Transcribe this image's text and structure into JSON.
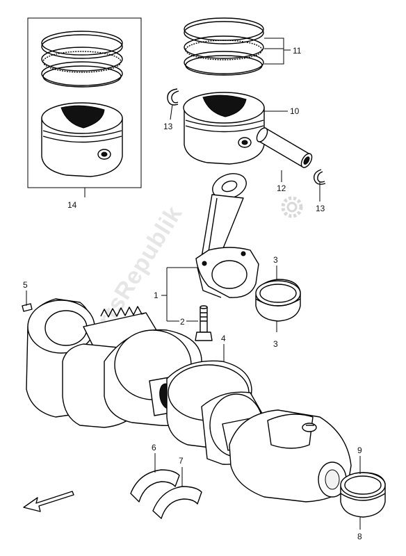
{
  "watermark": {
    "text": "PartsRepublik"
  },
  "labels": {
    "p1": "1",
    "p2": "2",
    "p3a": "3",
    "p3b": "3",
    "p4": "4",
    "p5": "5",
    "p6": "6",
    "p7": "7",
    "p8": "8",
    "p9": "9",
    "p10": "10",
    "p11": "11",
    "p12": "12",
    "p13a": "13",
    "p13b": "13",
    "p14": "14"
  },
  "icons": {
    "watermark_gear": "gear-icon",
    "direction_arrow": "arrow-front-icon"
  },
  "colors": {
    "line": "#000000",
    "background": "#ffffff",
    "watermark": "#e6e6e6"
  }
}
